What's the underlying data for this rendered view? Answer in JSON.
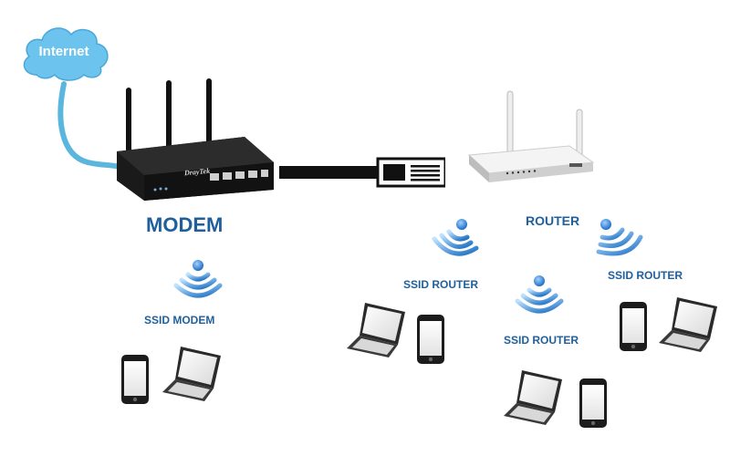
{
  "internet": {
    "label": "Internet"
  },
  "modem": {
    "label": "MODEM",
    "brand": "DrayTek",
    "ssid_label": "SSID MODEM"
  },
  "router": {
    "label": "ROUTER",
    "ssid_labels": [
      "SSID ROUTER",
      "SSID ROUTER",
      "SSID ROUTER"
    ]
  },
  "colors": {
    "label": "#1f5f9c",
    "cloud": "#6cc4ee",
    "cable": "#5bb6de",
    "wifi": "#2f7fd0",
    "device": "#222222"
  },
  "icons": {
    "cloud": "cloud-icon",
    "modem": "modem-icon",
    "router": "router-icon",
    "wifi": "wifi-signal-icon",
    "ethernet": "ethernet-cable-icon",
    "laptop": "laptop-icon",
    "phone": "smartphone-icon"
  }
}
